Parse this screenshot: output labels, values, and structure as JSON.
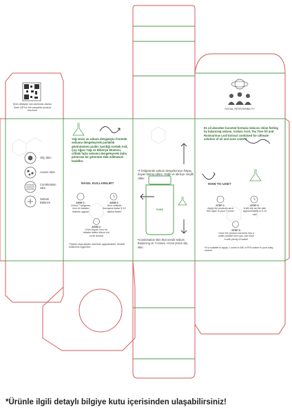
{
  "qr_panel": {
    "line1": "Ürün detayları için karekodu okutun",
    "line2": "Scan QR for the complete product brochure"
  },
  "skin_types": [
    "Oily Skin",
    "Acneic Skin",
    "Combination Skin",
    "Sebum Balance"
  ],
  "turkish": {
    "description": "Yağ emici ve sebum dengeleyici formülü sebumu dengeleyerek parlaklık görünümünü azaltır. İçerdiği Azelaik Asit, Çay Ağacı Yağı ve Biberiye Ekstresi, cilttеki fazla sebumu dengeleyerek daha pürüzsüz bir görünüm elde edilmesini hedefler.",
    "how_to_title": "NASIL KULLANILIR?",
    "step1_title": "ADIM 1:",
    "step1_text": "Ürünü T bölgeme ince bir tabaka halinde uygula!",
    "step2_title": "ADIM 2:",
    "step2_text": "Ürün ciltlinde kuruyana kadar 5-10 dakika bekle!",
    "step3_title": "ADIM 3:",
    "step3_text": "Ürün beyaz, ince bir tabaka haline dönce bol su ile durula!",
    "note": "*Sabah veya akşam rutininde uygulanabilir. Günlük kullanıma uygundur."
  },
  "center_panel": {
    "top_text": "•T bölgesinde sebum dengelemeye ihtiyaç duyan karma ciltler; •Yağlı ve akneye meyilli ciltler.",
    "bottom_text": "•Combination skin that needs sebum balancing on T-zones. •Acne prone oily skin.",
    "product_brand": "PURE"
  },
  "english": {
    "description": "Its oil absorber boosted formula reduces shine feeling by balancing sebum. Azelaic Acid, Tea Tree Oil and Rosmarinus Leaf Extract combined for ultimate solution of oil and acne control.",
    "how_to_title": "HOW TO USE?",
    "step1_title": "STEP 1:",
    "step1_text": "Apply the products as a thin layer to your T-zone!",
    "step2_title": "STEP 2:",
    "step2_text": "It will dry on the skin approximately in 5-10 min!",
    "step3_title": "STEP 3:",
    "step3_text": "Once the product converts into a white powder form you can rinse it with plenty of water!",
    "note": "*It is suitable to apply 1 come in AM or PM routine in your daily routine."
  },
  "social": {
    "label": "SOCIAL RESPONSIBILITY"
  },
  "footer": {
    "text": "*Ürünle ilgili detaylı bilgiye kutu içerisinden ulaşabilirsiniz!"
  },
  "colors": {
    "green": "#4a9a4a",
    "red": "#d25a5a",
    "gray": "#555555"
  }
}
